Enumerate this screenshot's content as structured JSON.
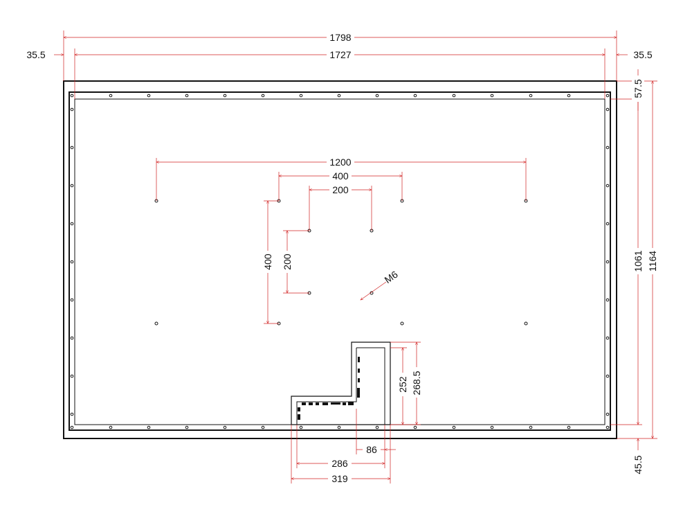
{
  "diagram": {
    "colors": {
      "dimension": "#d02020",
      "outline": "#111111",
      "background": "#ffffff"
    },
    "labels": {
      "overall_width": "1798",
      "inner_width": "1727",
      "left_margin": "35.5",
      "right_margin": "35.5",
      "top_margin": "57.5",
      "bottom_margin": "45.5",
      "inner_height": "1061",
      "overall_height": "1164",
      "vesa_1200": "1200",
      "vesa_400_h": "400",
      "vesa_200_h": "200",
      "vesa_400_v": "400",
      "vesa_200_v": "200",
      "screw_spec": "M6",
      "panel_height_252": "252",
      "panel_height_268_5": "268.5",
      "panel_offset_86": "86",
      "panel_width_286": "286",
      "panel_width_319": "319"
    }
  }
}
